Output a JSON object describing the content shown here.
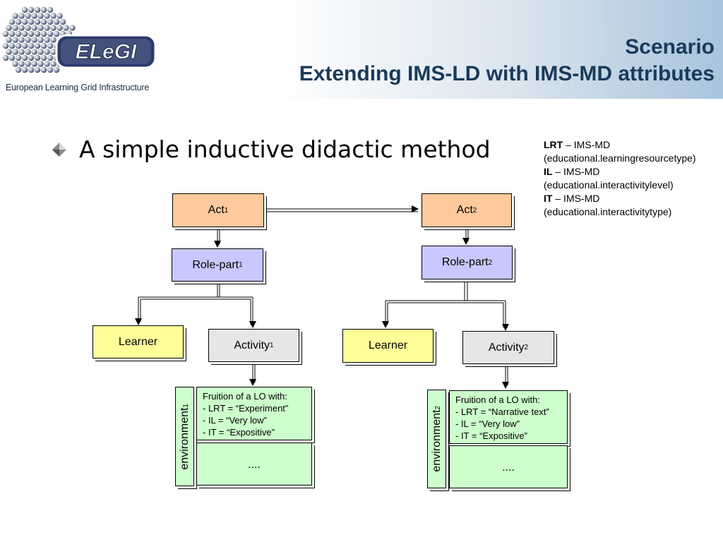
{
  "header": {
    "logo_text": "ELeGI",
    "logo_caption": "European Learning Grid Infrastructure",
    "title_line1": "Scenario",
    "title_line2": "Extending IMS-LD with IMS-MD attributes"
  },
  "bullet": {
    "text": "A simple inductive didactic method"
  },
  "legend": {
    "items": [
      {
        "abbr": "LRT",
        "desc": "– IMS-MD",
        "detail": "(educational.learningresourcetype)"
      },
      {
        "abbr": "IL",
        "desc": "– IMS-MD",
        "detail": "(educational.interactivitylevel)"
      },
      {
        "abbr": "IT",
        "desc": "– IMS-MD",
        "detail": "(educational.interactivitytype)"
      }
    ]
  },
  "diagram": {
    "left": {
      "act": {
        "label": "Act",
        "sub": "1"
      },
      "role_part": {
        "label": "Role-part",
        "sub": "1"
      },
      "learner": "Learner",
      "activity": {
        "label": "Activity",
        "sub": "1"
      },
      "environment": {
        "label": "environment",
        "sub": "1"
      },
      "lo_title": "Fruition of a LO with:",
      "lo_lines": [
        "- LRT = “Experiment”",
        "- IL = “Very low”",
        "- IT = “Expositive”"
      ],
      "dots": "...."
    },
    "right": {
      "act": {
        "label": "Act",
        "sub": "2"
      },
      "role_part": {
        "label": "Role-part",
        "sub": "2"
      },
      "learner": "Learner",
      "activity": {
        "label": "Activity",
        "sub": "2"
      },
      "environment": {
        "label": "environment",
        "sub": "2"
      },
      "lo_title": "Fruition of a LO with:",
      "lo_lines": [
        "- LRT = “Narrative text”",
        "- IL = “Very low”",
        "- IT = “Expositive”"
      ],
      "dots": "...."
    }
  },
  "colors": {
    "title": "#1a3a5a",
    "act": "#fec99c",
    "role_part": "#c8c8fe",
    "learner": "#ffff99",
    "activity": "#e6e6e6",
    "environment": "#ccffcc"
  }
}
